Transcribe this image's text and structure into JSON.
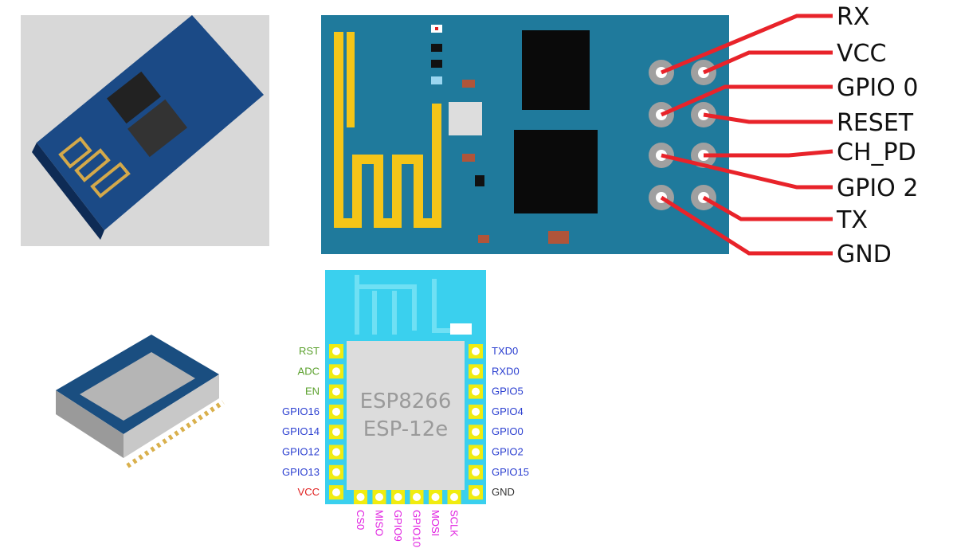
{
  "esp01": {
    "pins": [
      "RX",
      "VCC",
      "GPIO 0",
      "RESET",
      "CH_PD",
      "GPIO 2",
      "TX",
      "GND"
    ]
  },
  "esp12": {
    "chip_line1": "ESP8266",
    "chip_line2": "ESP-12e",
    "left_pins": [
      {
        "label": "RST",
        "color": "#5aa02c"
      },
      {
        "label": "ADC",
        "color": "#5aa02c"
      },
      {
        "label": "EN",
        "color": "#5aa02c"
      },
      {
        "label": "GPIO16",
        "color": "#2b3fd0"
      },
      {
        "label": "GPIO14",
        "color": "#2b3fd0"
      },
      {
        "label": "GPIO12",
        "color": "#2b3fd0"
      },
      {
        "label": "GPIO13",
        "color": "#2b3fd0"
      },
      {
        "label": "VCC",
        "color": "#e02020"
      }
    ],
    "right_pins": [
      {
        "label": "TXD0",
        "color": "#2b3fd0"
      },
      {
        "label": "RXD0",
        "color": "#2b3fd0"
      },
      {
        "label": "GPIO5",
        "color": "#2b3fd0"
      },
      {
        "label": "GPIO4",
        "color": "#2b3fd0"
      },
      {
        "label": "GPIO0",
        "color": "#2b3fd0"
      },
      {
        "label": "GPIO2",
        "color": "#2b3fd0"
      },
      {
        "label": "GPIO15",
        "color": "#2b3fd0"
      },
      {
        "label": "GND",
        "color": "#333333"
      }
    ],
    "bottom_pins": [
      {
        "label": "CS0",
        "color": "#e020e0"
      },
      {
        "label": "MISO",
        "color": "#e020e0"
      },
      {
        "label": "GPIO9",
        "color": "#e020e0"
      },
      {
        "label": "GPIO10",
        "color": "#e020e0"
      },
      {
        "label": "MOSI",
        "color": "#e020e0"
      },
      {
        "label": "SCLK",
        "color": "#e020e0"
      }
    ]
  },
  "colors": {
    "board_blue": "#1f7a9c",
    "antenna_yellow": "#f5c518",
    "wire_red": "#e8232a",
    "pin_gray": "#a0a0a0",
    "esp12_body": "#3ad0ee",
    "pad_yellow": "#f0ec10"
  }
}
